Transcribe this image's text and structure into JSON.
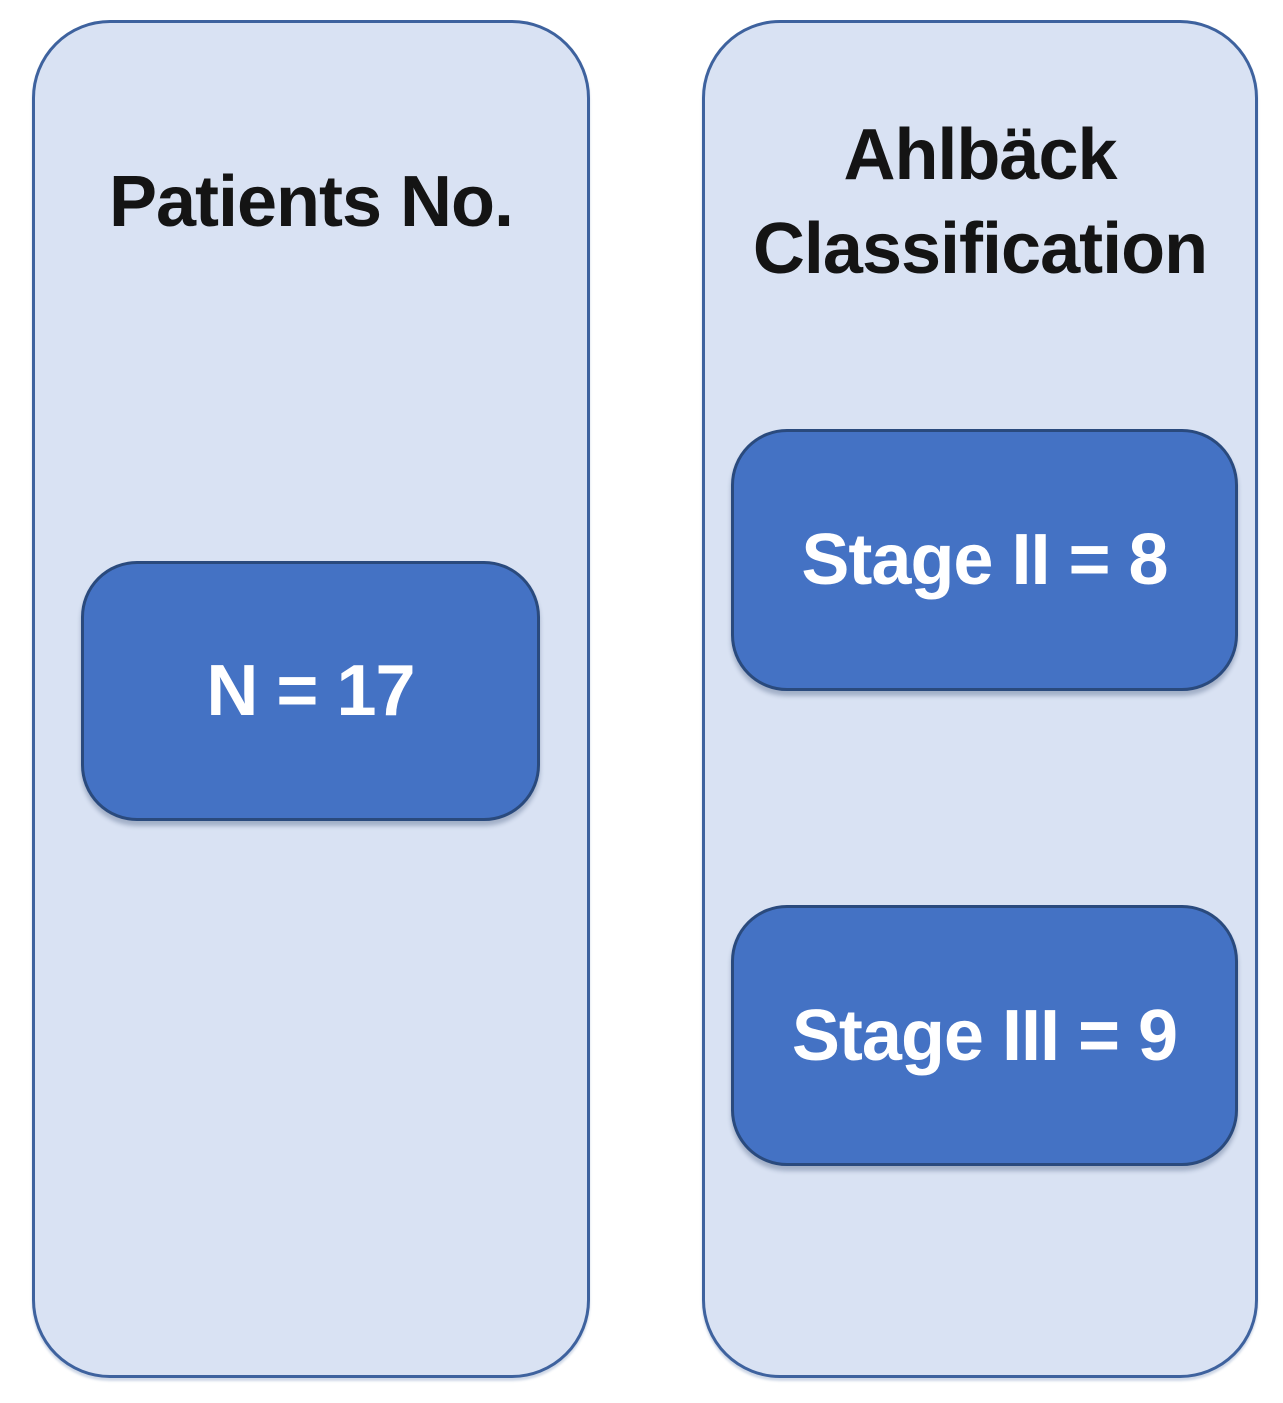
{
  "figure": {
    "colors": {
      "page_bg": "#ffffff",
      "panel_fill": "#d9e2f3",
      "panel_border": "#3e629e",
      "node_fill": "#4472c4",
      "node_border": "#2a4a7d",
      "title_text": "#141414",
      "node_text": "#ffffff"
    },
    "panels": [
      {
        "id": "patients",
        "title": "Patients No.",
        "boxes": [
          "N = 17"
        ]
      },
      {
        "id": "ahlback",
        "title": "Ahlbäck Classification",
        "boxes": [
          "Stage II = 8",
          "Stage III = 9"
        ]
      }
    ]
  }
}
